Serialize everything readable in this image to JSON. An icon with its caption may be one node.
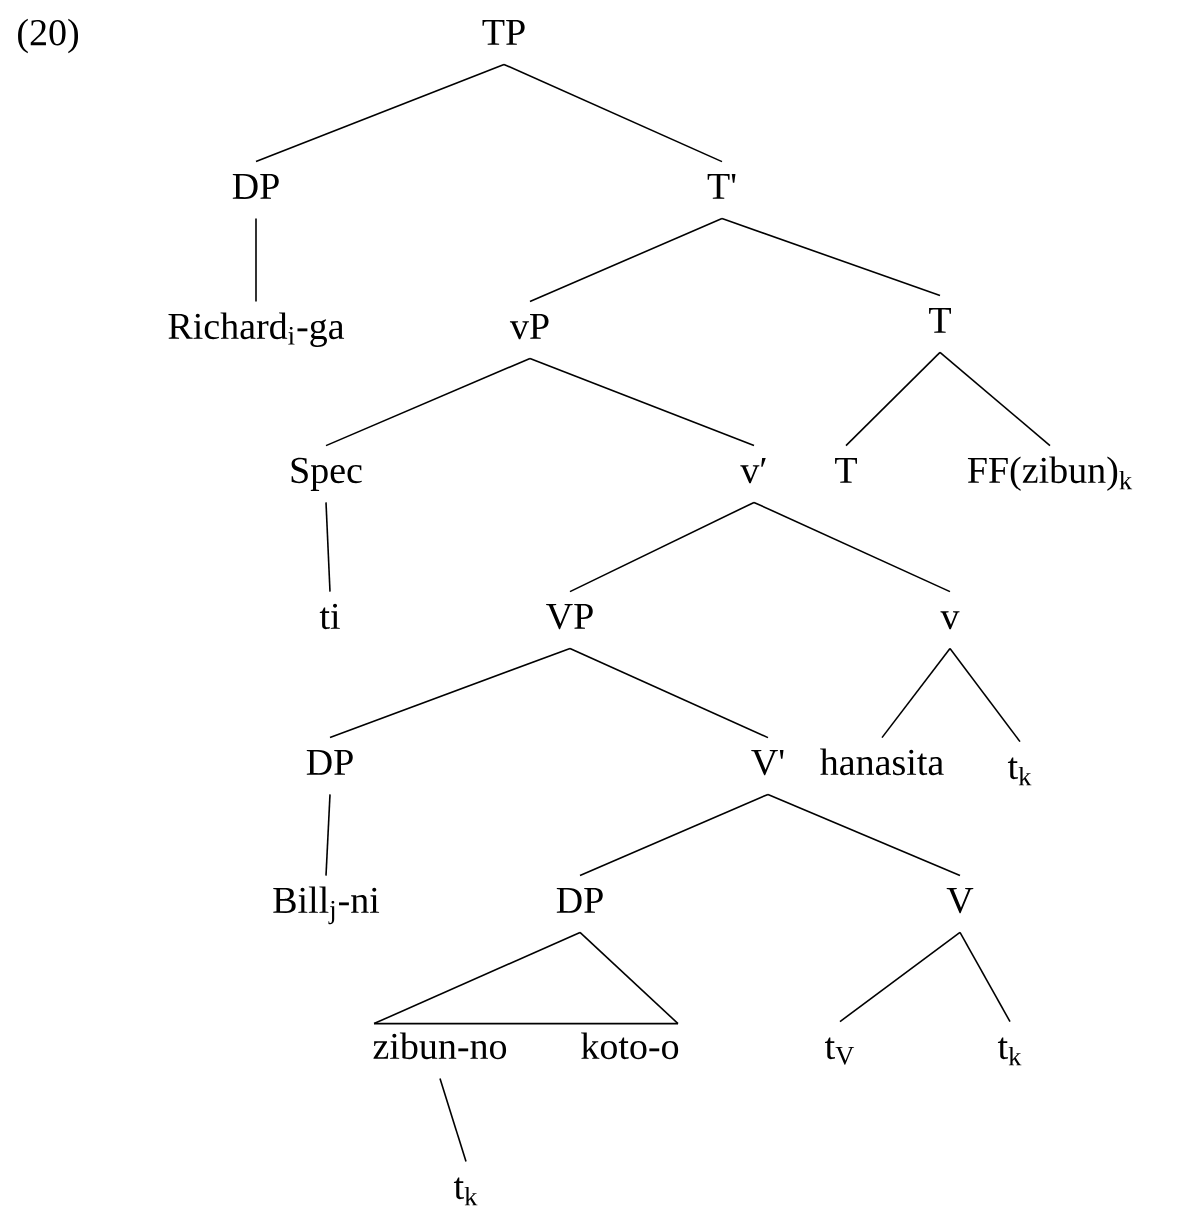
{
  "diagram": {
    "nodes": [
      {
        "text": [
          "TP"
        ]
      },
      {
        "text": [
          "DP"
        ]
      },
      {
        "text": [
          "T'"
        ]
      },
      {
        "text": [
          "Richard$_{i}$-ga"
        ]
      },
      {
        "text": [
          "vP"
        ]
      },
      {
        "text": [
          "T"
        ]
      },
      {
        "text": [
          "Spec"
        ]
      },
      {
        "text": [
          "v′"
        ]
      },
      {
        "text": [
          "T"
        ]
      },
      {
        "text": [
          "FF(zibun)$_{k}$"
        ]
      },
      {
        "text": [
          "ti"
        ]
      },
      {
        "text": [
          "VP"
        ]
      },
      {
        "text": [
          "v"
        ]
      },
      {
        "text": [
          "hanasita"
        ]
      },
      {
        "text": [
          "t$_{k}$"
        ]
      },
      {
        "text": [
          "DP"
        ]
      },
      {
        "text": [
          "V'"
        ]
      },
      {
        "text": [
          "Bill$_{j}$-ni"
        ]
      },
      {
        "text": [
          "DP"
        ]
      },
      {
        "text": [
          "V"
        ]
      },
      {
        "text": [
          "zibun-no"
        ]
      },
      {
        "text": [
          "koto-o"
        ]
      },
      {
        "text": [
          "t$_{V}$"
        ]
      },
      {
        "text": [
          "t$_{k}$"
        ]
      },
      {
        "text": [
          "t$_{k}$"
        ]
      }
    ],
    "edges": [
      {
        "from": 0,
        "to": 1,
        "arrow": "none"
      },
      {
        "from": 0,
        "to": 2,
        "arrow": "none"
      },
      {
        "from": 1,
        "to": 3,
        "arrow": "none"
      },
      {
        "from": 2,
        "to": 4,
        "arrow": "none"
      },
      {
        "from": 2,
        "to": 5,
        "arrow": "none"
      },
      {
        "from": 4,
        "to": 6,
        "arrow": "none"
      },
      {
        "from": 4,
        "to": 7,
        "arrow": "none"
      },
      {
        "from": 5,
        "to": 8,
        "arrow": "none"
      },
      {
        "from": 5,
        "to": 9,
        "arrow": "none"
      },
      {
        "from": 6,
        "to": 10,
        "arrow": "none"
      },
      {
        "from": 7,
        "to": 11,
        "arrow": "none"
      },
      {
        "from": 7,
        "to": 12,
        "arrow": "none"
      },
      {
        "from": 12,
        "to": 13,
        "arrow": "none"
      },
      {
        "from": 12,
        "to": 14,
        "arrow": "none"
      },
      {
        "from": 11,
        "to": 15,
        "arrow": "none"
      },
      {
        "from": 11,
        "to": 16,
        "arrow": "none"
      },
      {
        "from": 15,
        "to": 17,
        "arrow": "none"
      },
      {
        "from": 16,
        "to": 18,
        "arrow": "none"
      },
      {
        "from": 16,
        "to": 19,
        "arrow": "none"
      },
      {
        "from": 18,
        "to": 20,
        "arrow": "none"
      },
      {
        "from": 18,
        "to": 21,
        "arrow": "none"
      },
      {
        "from": 19,
        "to": 22,
        "arrow": "none"
      },
      {
        "from": 19,
        "to": 23,
        "arrow": "none"
      },
      {
        "from": 20,
        "to": 24,
        "arrow": "none"
      }
    ],
    "labels": [
      "(20)"
    ]
  }
}
